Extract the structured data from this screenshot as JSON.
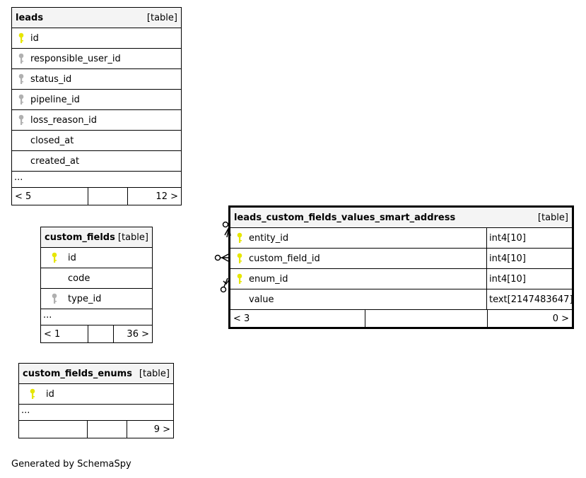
{
  "tables": [
    {
      "name": "leads",
      "kind": "[table]",
      "columns": [
        {
          "name": "id",
          "key": "primary"
        },
        {
          "name": "responsible_user_id",
          "key": "foreign"
        },
        {
          "name": "status_id",
          "key": "foreign"
        },
        {
          "name": "pipeline_id",
          "key": "foreign"
        },
        {
          "name": "loss_reason_id",
          "key": "foreign"
        },
        {
          "name": "closed_at",
          "key": ""
        },
        {
          "name": "created_at",
          "key": ""
        }
      ],
      "more": "...",
      "footer": [
        "< 5",
        "",
        "12 >"
      ]
    },
    {
      "name": "custom_fields",
      "kind": "[table]",
      "columns": [
        {
          "name": "id",
          "key": "primary"
        },
        {
          "name": "code",
          "key": ""
        },
        {
          "name": "type_id",
          "key": "foreign"
        }
      ],
      "more": "...",
      "footer": [
        "< 1",
        "",
        "36 >"
      ]
    },
    {
      "name": "custom_fields_enums",
      "kind": "[table]",
      "columns": [
        {
          "name": "id",
          "key": "primary"
        }
      ],
      "more": "...",
      "footer": [
        "",
        "",
        "9 >"
      ]
    },
    {
      "name": "leads_custom_fields_values_smart_address",
      "kind": "[table]",
      "columns": [
        {
          "name": "entity_id",
          "key": "primary",
          "type": "int4[10]"
        },
        {
          "name": "custom_field_id",
          "key": "primary",
          "type": "int4[10]"
        },
        {
          "name": "enum_id",
          "key": "primary",
          "type": "int4[10]"
        },
        {
          "name": "value",
          "key": "",
          "type": "text[2147483647]"
        }
      ],
      "footer": [
        "< 3",
        "",
        "0 >"
      ]
    }
  ],
  "credit": "Generated by SchemaSpy",
  "colors": {
    "primary_key": "#e6e600",
    "foreign_key": "#b0b0b0"
  }
}
